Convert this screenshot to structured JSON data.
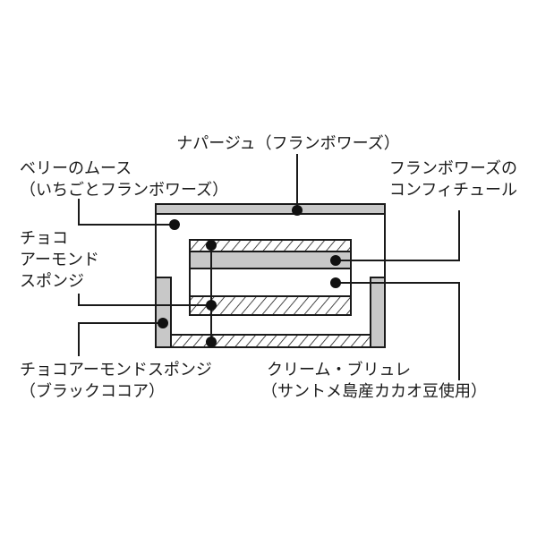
{
  "colors": {
    "line": "#1a1a1a",
    "gray_layer": "#c8c8c8",
    "background": "#ffffff"
  },
  "labels": {
    "nappage": "ナパージュ（フランボワーズ）",
    "berry_mousse": [
      "ベリーのムース",
      "（いちごとフランボワーズ）"
    ],
    "confiture": [
      "フランボワーズの",
      "コンフィチュール"
    ],
    "choco_almond_sponge": [
      "チョコ",
      "アーモンド",
      "スポンジ"
    ],
    "black_cocoa_sponge": [
      "チョコアーモンドスポンジ",
      "（ブラックココア）"
    ],
    "creme_brulee": [
      "クリーム・ブリュレ",
      "（サントメ島産カカオ豆使用）"
    ]
  }
}
